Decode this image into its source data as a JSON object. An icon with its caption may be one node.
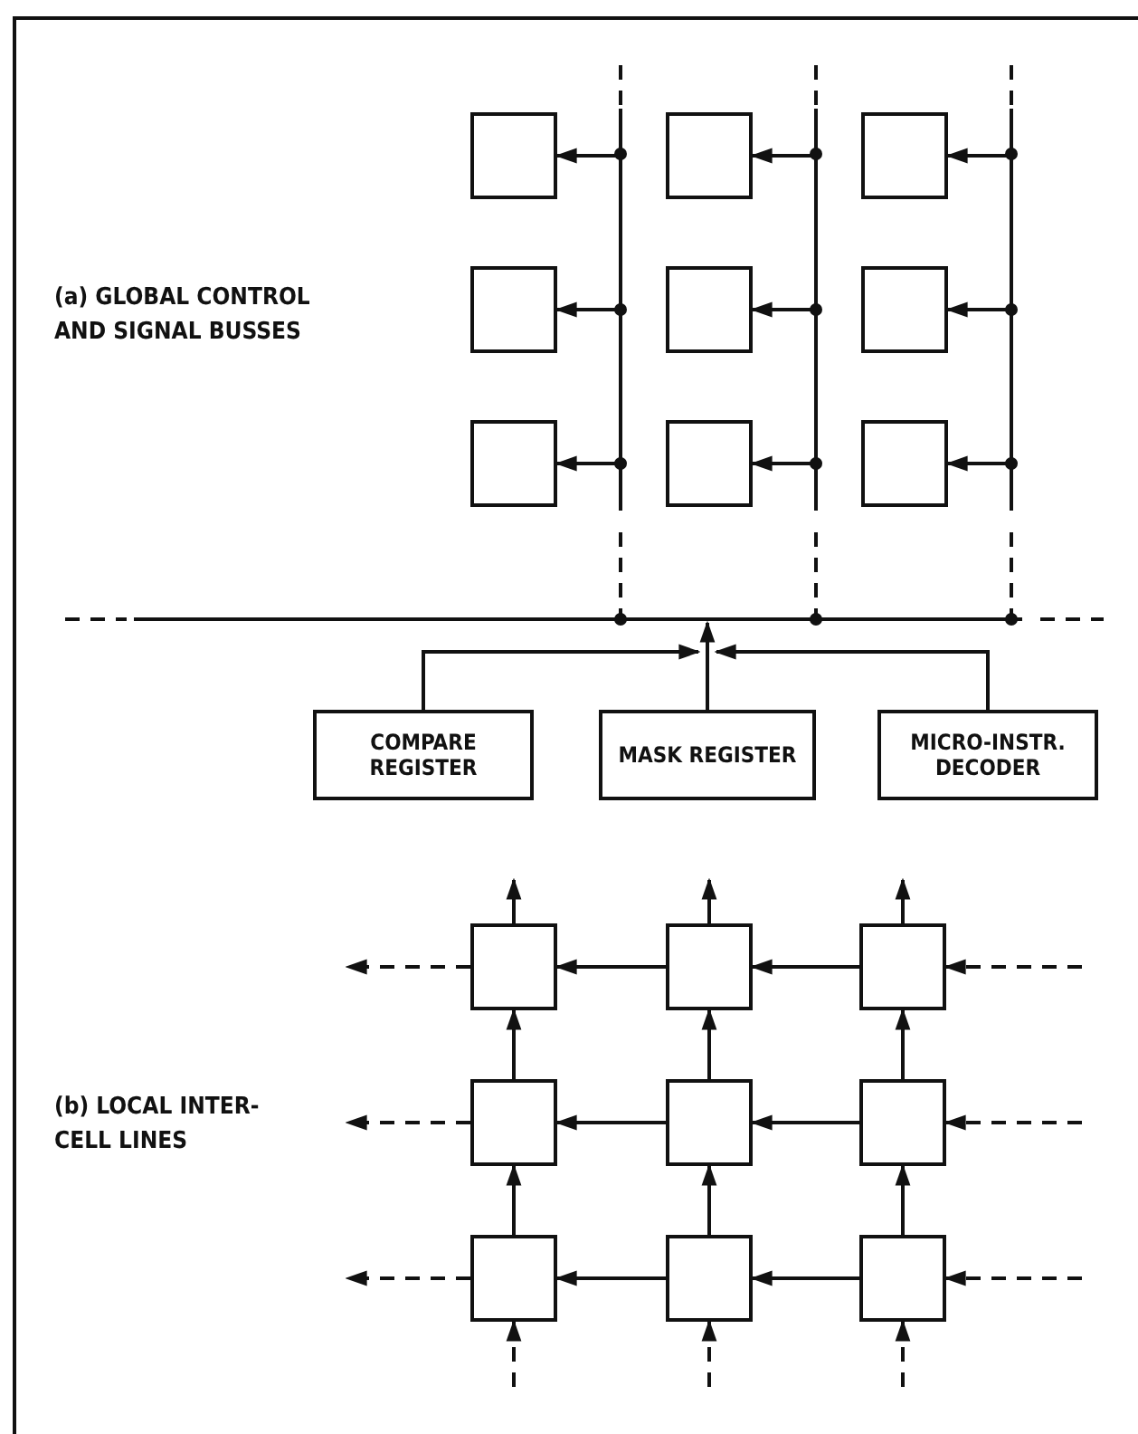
{
  "diagram": {
    "nodes": [
      {
        "text": [],
        "shape": "box"
      },
      {
        "text": [],
        "shape": "box"
      },
      {
        "text": [],
        "shape": "box"
      },
      {
        "text": [],
        "shape": "box"
      },
      {
        "text": [],
        "shape": "box"
      },
      {
        "text": [],
        "shape": "box"
      },
      {
        "text": [],
        "shape": "box"
      },
      {
        "text": [],
        "shape": "box"
      },
      {
        "text": [],
        "shape": "box"
      },
      {
        "text": [
          "COMPARE REGISTER"
        ]
      },
      {
        "text": [
          "MASK REGISTER"
        ]
      },
      {
        "text": [
          "MICRO-INSTR. DECODER"
        ]
      },
      {
        "text": [],
        "shape": "box"
      },
      {
        "text": [],
        "shape": "box"
      },
      {
        "text": [],
        "shape": "box"
      },
      {
        "text": [],
        "shape": "box"
      },
      {
        "text": [],
        "shape": "box"
      },
      {
        "text": [],
        "shape": "box"
      },
      {
        "text": [],
        "shape": "box"
      },
      {
        "text": [],
        "shape": "box"
      },
      {
        "text": [],
        "shape": "box"
      }
    ],
    "edges": [
      {
        "from": null,
        "to": 0,
        "arrow": "to"
      },
      {
        "from": null,
        "to": 1,
        "arrow": "to"
      },
      {
        "from": null,
        "to": 2,
        "arrow": "to"
      },
      {
        "from": null,
        "to": 3,
        "arrow": "to"
      },
      {
        "from": null,
        "to": 4,
        "arrow": "to"
      },
      {
        "from": null,
        "to": 5,
        "arrow": "to"
      },
      {
        "from": null,
        "to": 6,
        "arrow": "to"
      },
      {
        "from": null,
        "to": 7,
        "arrow": "to"
      },
      {
        "from": null,
        "to": 8,
        "arrow": "to"
      },
      {
        "from": 9,
        "to": null,
        "arrow": "to"
      },
      {
        "from": 10,
        "to": null,
        "arrow": "to"
      },
      {
        "from": 11,
        "to": null,
        "arrow": "to"
      },
      {
        "from": null,
        "to": 14,
        "arrow": "to",
        "style": "dashed"
      },
      {
        "from": 14,
        "to": 13,
        "arrow": "to"
      },
      {
        "from": 13,
        "to": 12,
        "arrow": "to"
      },
      {
        "from": 12,
        "to": null,
        "arrow": "to",
        "style": "dashed"
      },
      {
        "from": null,
        "to": 17,
        "arrow": "to",
        "style": "dashed"
      },
      {
        "from": 17,
        "to": 16,
        "arrow": "to"
      },
      {
        "from": 16,
        "to": 15,
        "arrow": "to"
      },
      {
        "from": 15,
        "to": null,
        "arrow": "to",
        "style": "dashed"
      },
      {
        "from": null,
        "to": 20,
        "arrow": "to",
        "style": "dashed"
      },
      {
        "from": 20,
        "to": 19,
        "arrow": "to"
      },
      {
        "from": 19,
        "to": 18,
        "arrow": "to"
      },
      {
        "from": 18,
        "to": null,
        "arrow": "to",
        "style": "dashed"
      },
      {
        "from": null,
        "to": 18,
        "arrow": "to",
        "style": "dashed"
      },
      {
        "from": 18,
        "to": 15,
        "arrow": "to"
      },
      {
        "from": 15,
        "to": 12,
        "arrow": "to"
      },
      {
        "from": 12,
        "to": null,
        "arrow": "to"
      },
      {
        "from": null,
        "to": 19,
        "arrow": "to",
        "style": "dashed"
      },
      {
        "from": 19,
        "to": 16,
        "arrow": "to"
      },
      {
        "from": 16,
        "to": 13,
        "arrow": "to"
      },
      {
        "from": 13,
        "to": null,
        "arrow": "to"
      },
      {
        "from": null,
        "to": 20,
        "arrow": "to",
        "style": "dashed"
      },
      {
        "from": 20,
        "to": 17,
        "arrow": "to"
      },
      {
        "from": 17,
        "to": 14,
        "arrow": "to"
      },
      {
        "from": 14,
        "to": null,
        "arrow": "to"
      }
    ],
    "labels": [
      "(a) GLOBAL CONTROL AND SIGNAL BUSSES",
      "(b) LOCAL INTER-CELL LINES"
    ]
  }
}
